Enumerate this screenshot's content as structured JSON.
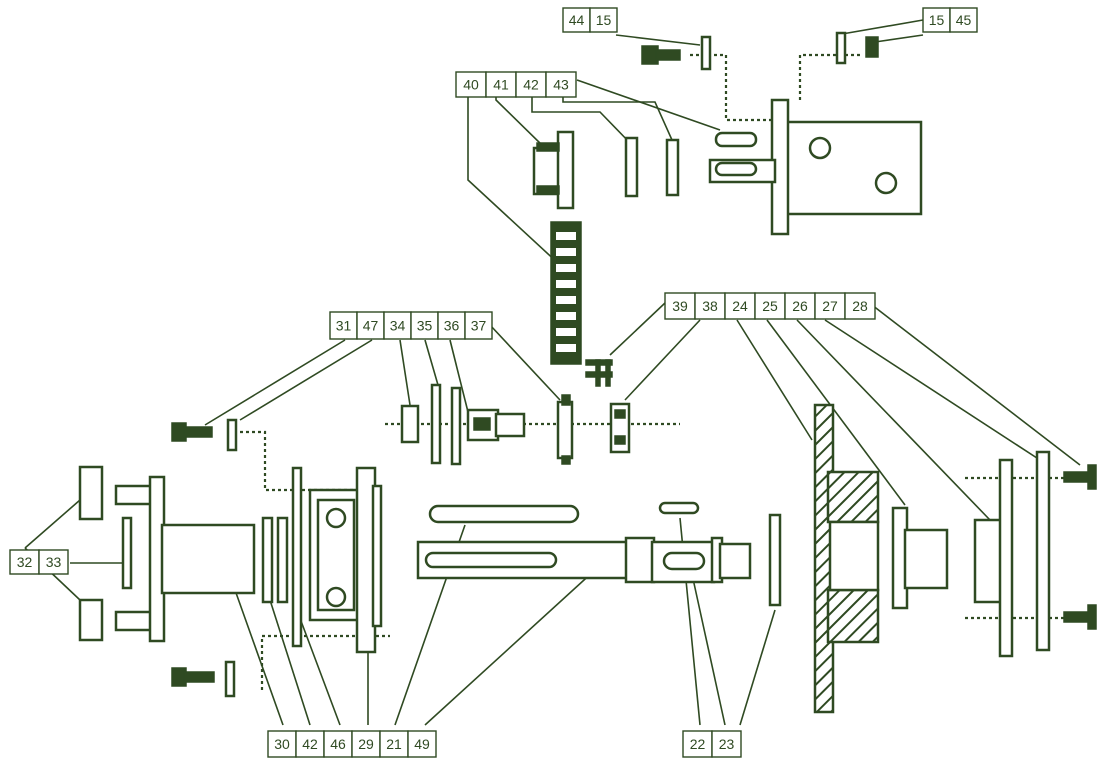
{
  "colors": {
    "ink": "#2f4a22",
    "background": "#ffffff"
  },
  "callouts": {
    "top_left": [
      "44",
      "15"
    ],
    "top_right": [
      "15",
      "45"
    ],
    "upper": [
      "40",
      "41",
      "42",
      "43"
    ],
    "middle": [
      "31",
      "47",
      "34",
      "35",
      "36",
      "37"
    ],
    "right": [
      "39",
      "38",
      "24",
      "25",
      "26",
      "27",
      "28"
    ],
    "left": [
      "32",
      "33"
    ],
    "bottom_left": [
      "30",
      "42",
      "46",
      "29",
      "21",
      "49"
    ],
    "bottom_right": [
      "22",
      "23"
    ]
  }
}
